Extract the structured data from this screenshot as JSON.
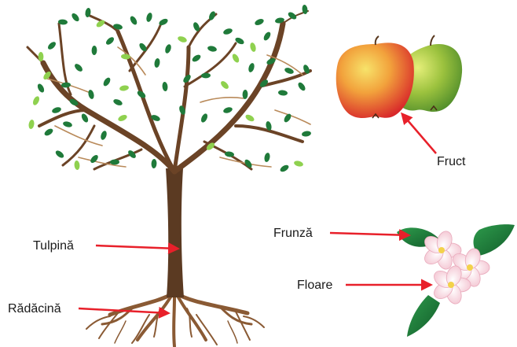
{
  "labels": {
    "fruit": "Fruct",
    "stem": "Tulpină",
    "leaf": "Frunză",
    "flower": "Floare",
    "root": "Rădăcină"
  },
  "colors": {
    "pointer": "#e8202a",
    "trunk": "#5b3a22",
    "root": "#8a5a34",
    "leaf": "#1f7a3a",
    "leaf_light": "#8fd14f",
    "apple_red": "#e0352b",
    "apple_yellow": "#f5d34a",
    "apple_green": "#6ea234",
    "blossom": "#f7d6df"
  },
  "icons": {
    "tree": "tree-illustration",
    "apples": "apples-illustration",
    "blossom": "apple-blossom-illustration"
  }
}
